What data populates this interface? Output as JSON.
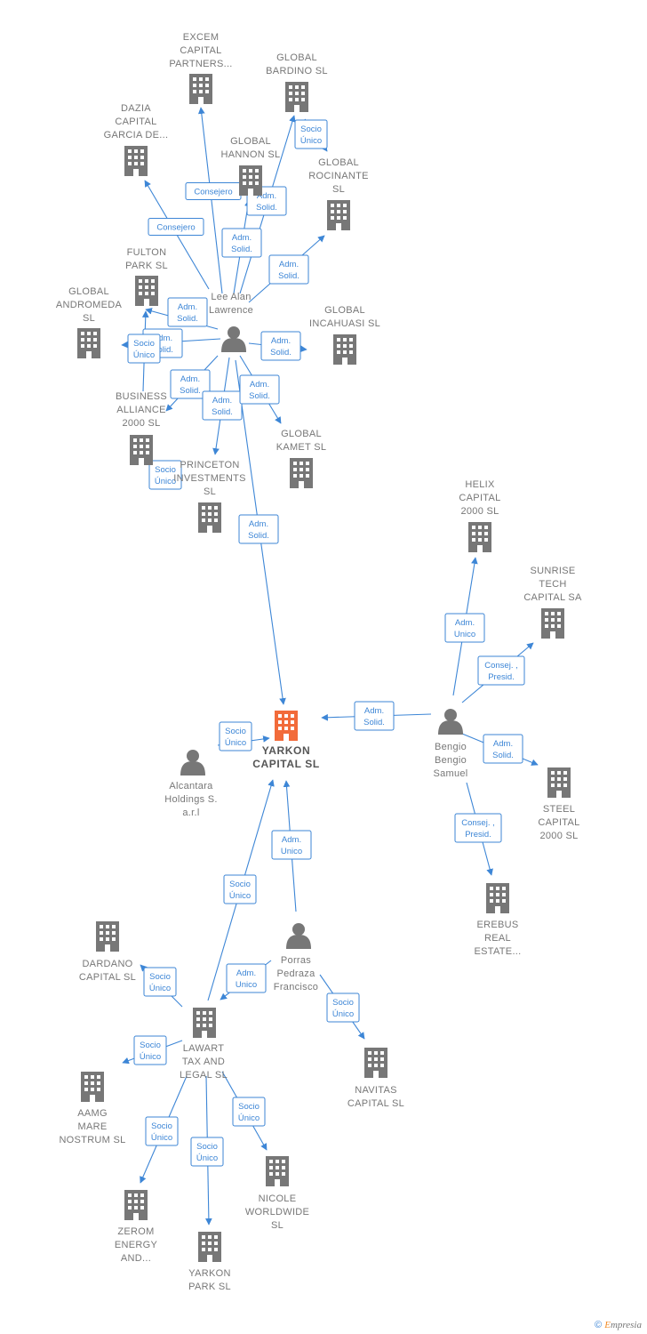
{
  "colors": {
    "edge": "#3d86d6",
    "building": "#777777",
    "main_building": "#f26b3a",
    "person": "#777777"
  },
  "footer": {
    "copyright": "©",
    "brand_first": "E",
    "brand_rest": "mpresia"
  },
  "nodes": [
    {
      "id": "yarkon_capital",
      "type": "company",
      "main": true,
      "lines": [
        "YARKON",
        "CAPITAL  SL"
      ]
    },
    {
      "id": "lee",
      "type": "person",
      "lines": [
        "Lee Alan",
        "Lawrence"
      ]
    },
    {
      "id": "excem",
      "type": "company",
      "lines": [
        "EXCEM",
        "CAPITAL",
        "PARTNERS..."
      ]
    },
    {
      "id": "global_bardino",
      "type": "company",
      "lines": [
        "GLOBAL",
        "BARDINO  SL"
      ]
    },
    {
      "id": "dazia",
      "type": "company",
      "lines": [
        "DAZIA",
        "CAPITAL",
        "GARCIA DE..."
      ]
    },
    {
      "id": "global_hannon",
      "type": "company",
      "lines": [
        "GLOBAL",
        "HANNON  SL"
      ]
    },
    {
      "id": "global_rocinante",
      "type": "company",
      "lines": [
        "GLOBAL",
        "ROCINANTE",
        "SL"
      ]
    },
    {
      "id": "fulton",
      "type": "company",
      "lines": [
        "FULTON",
        "PARK  SL"
      ]
    },
    {
      "id": "global_andromeda",
      "type": "company",
      "lines": [
        "GLOBAL",
        "ANDROMEDA",
        "SL"
      ]
    },
    {
      "id": "global_incahuasi",
      "type": "company",
      "lines": [
        "GLOBAL",
        "INCAHUASI  SL"
      ]
    },
    {
      "id": "business_alliance",
      "type": "company",
      "lines": [
        "BUSINESS",
        "ALLIANCE",
        "2000  SL"
      ]
    },
    {
      "id": "global_kamet",
      "type": "company",
      "lines": [
        "GLOBAL",
        "KAMET  SL"
      ]
    },
    {
      "id": "princeton",
      "type": "company",
      "lines": [
        "PRINCETON",
        "INVESTMENTS",
        "SL"
      ]
    },
    {
      "id": "helix",
      "type": "company",
      "lines": [
        "HELIX",
        "CAPITAL",
        "2000  SL"
      ]
    },
    {
      "id": "sunrise",
      "type": "company",
      "lines": [
        "SUNRISE",
        "TECH",
        "CAPITAL SA"
      ]
    },
    {
      "id": "bengio",
      "type": "person",
      "lines": [
        "Bengio",
        "Bengio",
        "Samuel"
      ]
    },
    {
      "id": "steel",
      "type": "company",
      "lines": [
        "STEEL",
        "CAPITAL",
        "2000  SL"
      ]
    },
    {
      "id": "erebus",
      "type": "company",
      "lines": [
        "EREBUS",
        "REAL",
        "ESTATE..."
      ]
    },
    {
      "id": "alcantara",
      "type": "person",
      "lines": [
        "Alcantara",
        "Holdings S.",
        "a.r.l"
      ]
    },
    {
      "id": "porras",
      "type": "person",
      "lines": [
        "Porras",
        "Pedraza",
        "Francisco"
      ]
    },
    {
      "id": "dardano",
      "type": "company",
      "lines": [
        "DARDANO",
        "CAPITAL  SL"
      ]
    },
    {
      "id": "lawart",
      "type": "company",
      "lines": [
        "LAWART",
        "TAX AND",
        "LEGAL  SL"
      ]
    },
    {
      "id": "navitas",
      "type": "company",
      "lines": [
        "NAVITAS",
        "CAPITAL SL"
      ]
    },
    {
      "id": "aamg",
      "type": "company",
      "lines": [
        "AAMG",
        "MARE",
        "NOSTRUM  SL"
      ]
    },
    {
      "id": "nicole",
      "type": "company",
      "lines": [
        "NICOLE",
        "WORLDWIDE",
        "SL"
      ]
    },
    {
      "id": "zerom",
      "type": "company",
      "lines": [
        "ZEROM",
        "ENERGY",
        "AND..."
      ]
    },
    {
      "id": "yarkon_park",
      "type": "company",
      "lines": [
        "YARKON",
        "PARK  SL"
      ]
    }
  ],
  "edges": [
    {
      "from": "lee",
      "to": "excem",
      "label": [
        "Consejero"
      ]
    },
    {
      "from": "lee",
      "to": "dazia",
      "label": [
        "Consejero"
      ]
    },
    {
      "from": "lee",
      "to": "global_bardino",
      "label": [
        "Adm.",
        "Solid."
      ]
    },
    {
      "from": "lee",
      "to": "global_hannon",
      "label": [
        "Adm.",
        "Solid."
      ]
    },
    {
      "from": "lee",
      "to": "global_rocinante",
      "label": [
        "Adm.",
        "Solid."
      ]
    },
    {
      "from": "lee",
      "to": "fulton",
      "label": [
        "Adm.",
        "Solid."
      ]
    },
    {
      "from": "lee",
      "to": "global_andromeda",
      "label": [
        "Adm.",
        "Solid."
      ]
    },
    {
      "from": "lee",
      "to": "global_incahuasi",
      "label": [
        "Adm.",
        "Solid."
      ]
    },
    {
      "from": "lee",
      "to": "business_alliance",
      "label": [
        "Adm.",
        "Solid."
      ]
    },
    {
      "from": "lee",
      "to": "princeton",
      "label": [
        "Adm.",
        "Solid."
      ]
    },
    {
      "from": "lee",
      "to": "global_kamet",
      "label": [
        "Adm.",
        "Solid."
      ]
    },
    {
      "from": "lee",
      "to": "yarkon_capital",
      "label": [
        "Adm.",
        "Solid."
      ]
    },
    {
      "from": "global_hannon",
      "to": "global_bardino",
      "label": [
        "Socio",
        "Único"
      ]
    },
    {
      "from": "business_alliance",
      "to": "fulton",
      "label": [
        "Socio",
        "Único"
      ]
    },
    {
      "from": "business_alliance",
      "to": "princeton",
      "label": [
        "Socio",
        "Único"
      ]
    },
    {
      "from": "bengio",
      "to": "helix",
      "label": [
        "Adm.",
        "Unico"
      ]
    },
    {
      "from": "bengio",
      "to": "sunrise",
      "label": [
        "Consej. ,",
        "Presid."
      ]
    },
    {
      "from": "bengio",
      "to": "yarkon_capital",
      "label": [
        "Adm.",
        "Solid."
      ]
    },
    {
      "from": "bengio",
      "to": "steel",
      "label": [
        "Adm.",
        "Solid."
      ]
    },
    {
      "from": "bengio",
      "to": "erebus",
      "label": [
        "Consej. ,",
        "Presid."
      ]
    },
    {
      "from": "alcantara",
      "to": "yarkon_capital",
      "label": [
        "Socio",
        "Único"
      ]
    },
    {
      "from": "porras",
      "to": "yarkon_capital",
      "label": [
        "Adm.",
        "Unico"
      ]
    },
    {
      "from": "porras",
      "to": "lawart",
      "label": [
        "Adm.",
        "Unico"
      ]
    },
    {
      "from": "porras",
      "to": "navitas",
      "label": [
        "Socio",
        "Único"
      ]
    },
    {
      "from": "lawart",
      "to": "yarkon_capital",
      "label": [
        "Socio",
        "Único"
      ]
    },
    {
      "from": "lawart",
      "to": "dardano",
      "label": [
        "Socio",
        "Único"
      ]
    },
    {
      "from": "lawart",
      "to": "aamg",
      "label": [
        "Socio",
        "Único"
      ]
    },
    {
      "from": "lawart",
      "to": "nicole",
      "label": [
        "Socio",
        "Único"
      ]
    },
    {
      "from": "lawart",
      "to": "zerom",
      "label": [
        "Socio",
        "Único"
      ]
    },
    {
      "from": "lawart",
      "to": "yarkon_park",
      "label": [
        "Socio",
        "Único"
      ]
    }
  ]
}
